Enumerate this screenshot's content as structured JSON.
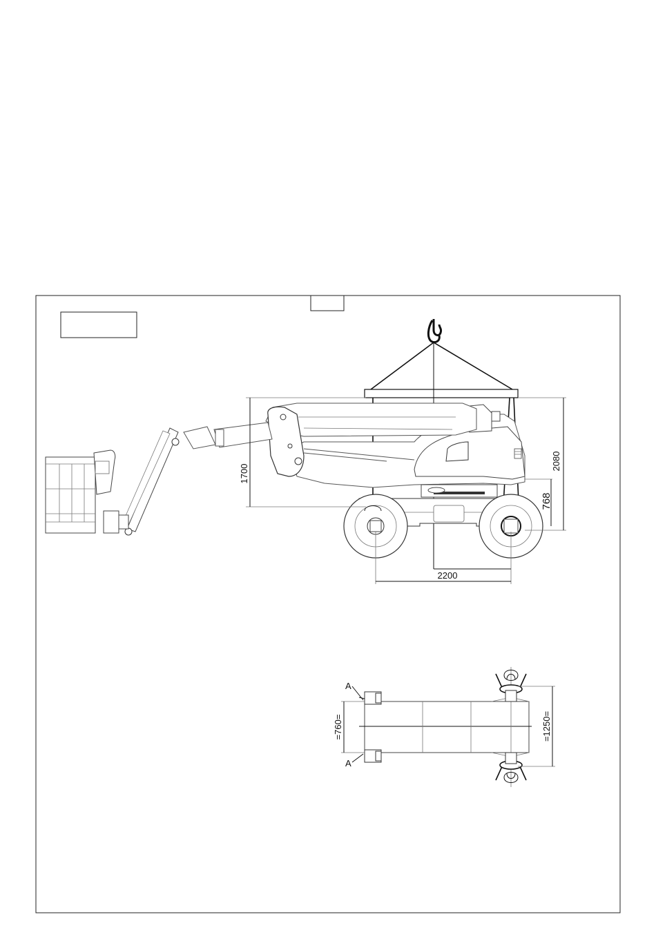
{
  "diagram": {
    "side_view": {
      "dimensions": {
        "boom_height": "1700",
        "total_height": "2080",
        "lift_point_height": "768",
        "wheelbase": "2200"
      }
    },
    "top_view": {
      "dimensions": {
        "front_width": "=760=",
        "rear_width": "=1250="
      },
      "labels": {
        "front_point_top": "A",
        "front_point_bottom": "A"
      }
    },
    "boxes": {
      "header_tab": "",
      "title_box": ""
    }
  }
}
